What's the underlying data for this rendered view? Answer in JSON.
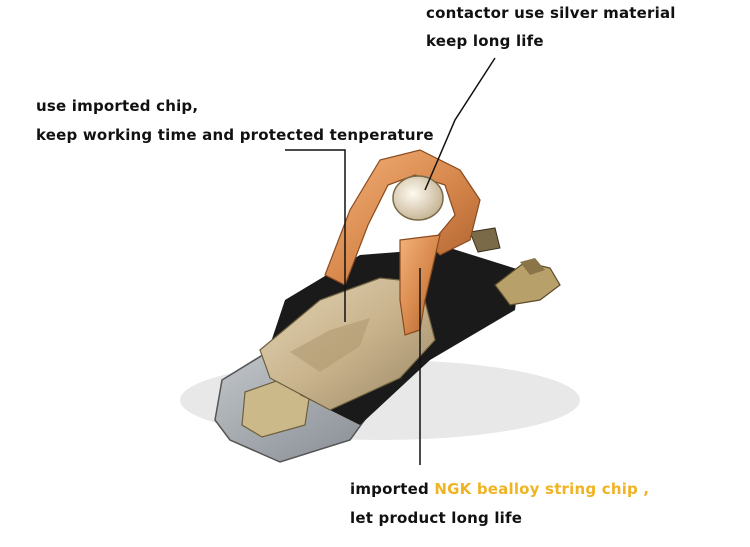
{
  "labels": {
    "contactor_line1": "contactor use silver material",
    "contactor_line2": "keep long life",
    "chip_line1": "use imported chip,",
    "chip_line2": "keep working time and protected tenperature",
    "ngk_prefix": "imported ",
    "ngk_highlight": "NGK bealloy string chip",
    "ngk_suffix": " ,",
    "ngk_line2": "let product long life"
  },
  "colors": {
    "highlight": "#f0b323",
    "copper": "#d98a4e",
    "silver_plate": "#9a9fa6",
    "dark_body": "#1a1a1a"
  }
}
